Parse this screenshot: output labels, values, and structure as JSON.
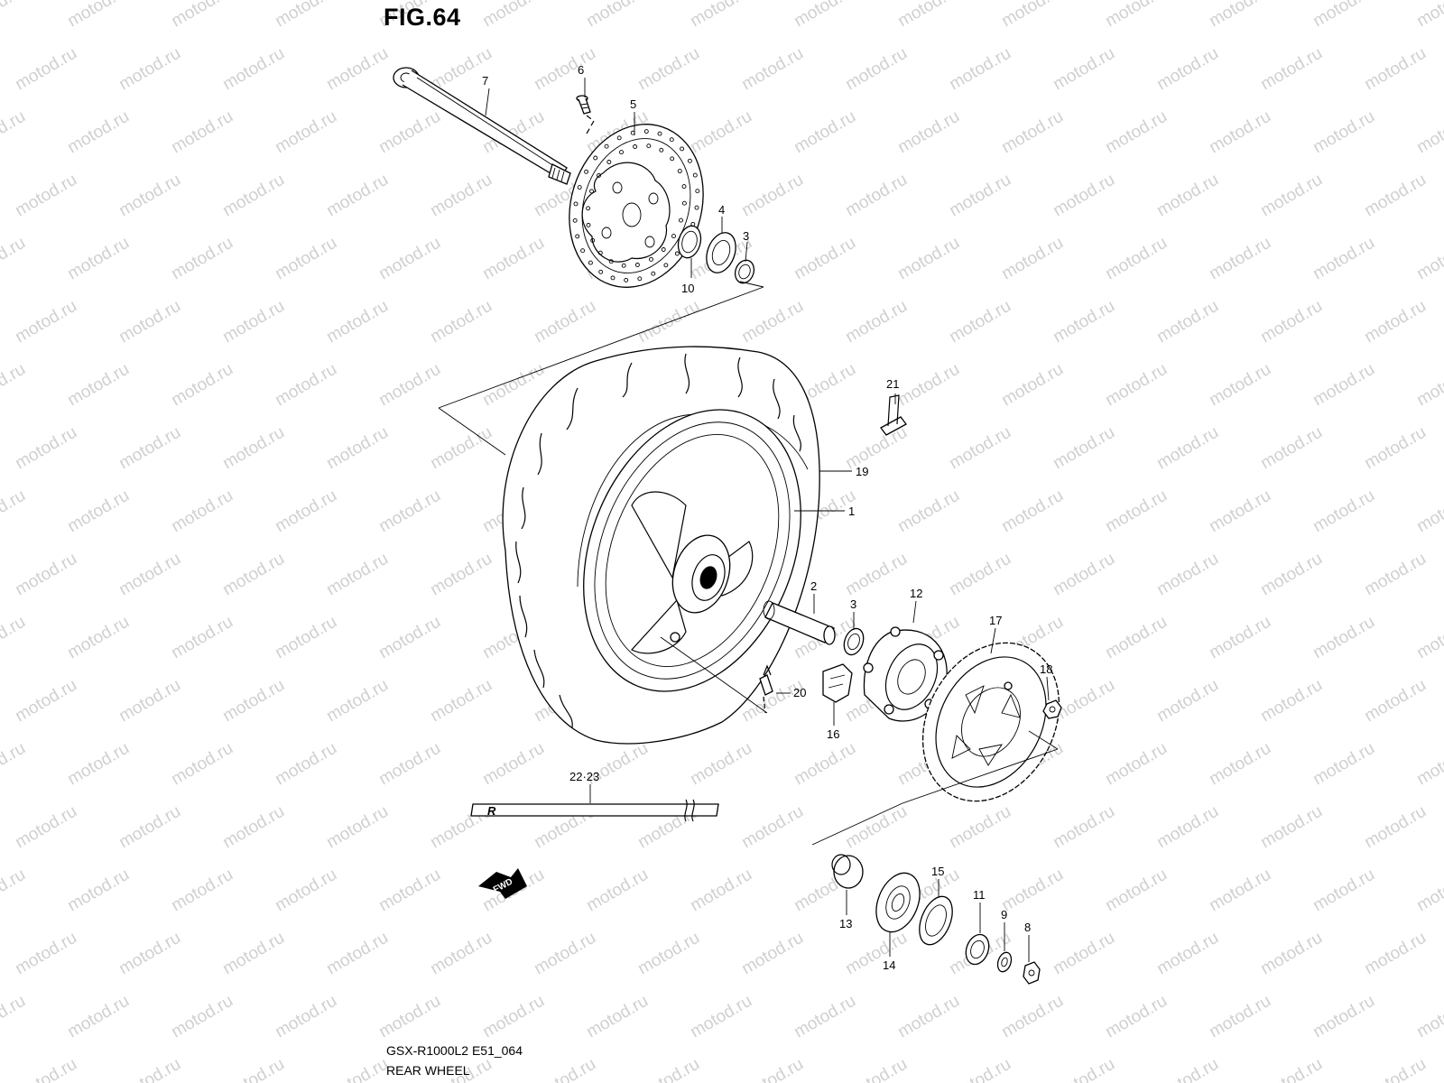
{
  "figure": {
    "title": "FIG.64"
  },
  "footer": {
    "model_code": "GSX-R1000L2 E51_064",
    "section_name": "REAR WHEEL"
  },
  "watermark": {
    "text": "motod.ru",
    "color": "#d0d0d0"
  },
  "callouts": [
    {
      "id": "c1",
      "label": "1",
      "part": "rear-wheel-rim"
    },
    {
      "id": "c2",
      "label": "2",
      "part": "axle-spacer"
    },
    {
      "id": "c3a",
      "label": "3",
      "part": "bearing-left"
    },
    {
      "id": "c3b",
      "label": "3",
      "part": "bearing-right"
    },
    {
      "id": "c4",
      "label": "4",
      "part": "oil-seal-left"
    },
    {
      "id": "c5",
      "label": "5",
      "part": "brake-disc"
    },
    {
      "id": "c6",
      "label": "6",
      "part": "disc-bolt"
    },
    {
      "id": "c7",
      "label": "7",
      "part": "rear-axle"
    },
    {
      "id": "c8",
      "label": "8",
      "part": "axle-nut"
    },
    {
      "id": "c9",
      "label": "9",
      "part": "washer"
    },
    {
      "id": "c10",
      "label": "10",
      "part": "spacer-left"
    },
    {
      "id": "c11",
      "label": "11",
      "part": "spacer-right"
    },
    {
      "id": "c12",
      "label": "12",
      "part": "sprocket-carrier"
    },
    {
      "id": "c13",
      "label": "13",
      "part": "carrier-spacer"
    },
    {
      "id": "c14",
      "label": "14",
      "part": "carrier-bearing"
    },
    {
      "id": "c15",
      "label": "15",
      "part": "carrier-oil-seal"
    },
    {
      "id": "c16",
      "label": "16",
      "part": "cush-damper"
    },
    {
      "id": "c17",
      "label": "17",
      "part": "rear-sprocket"
    },
    {
      "id": "c18",
      "label": "18",
      "part": "sprocket-nut"
    },
    {
      "id": "c19",
      "label": "19",
      "part": "tire"
    },
    {
      "id": "c20",
      "label": "20",
      "part": "valve"
    },
    {
      "id": "c21",
      "label": "21",
      "part": "balancer-weight"
    },
    {
      "id": "c22",
      "label": "22·23",
      "part": "wheel-tape"
    }
  ],
  "fwd_label": "FWD",
  "tape_mark": "R"
}
